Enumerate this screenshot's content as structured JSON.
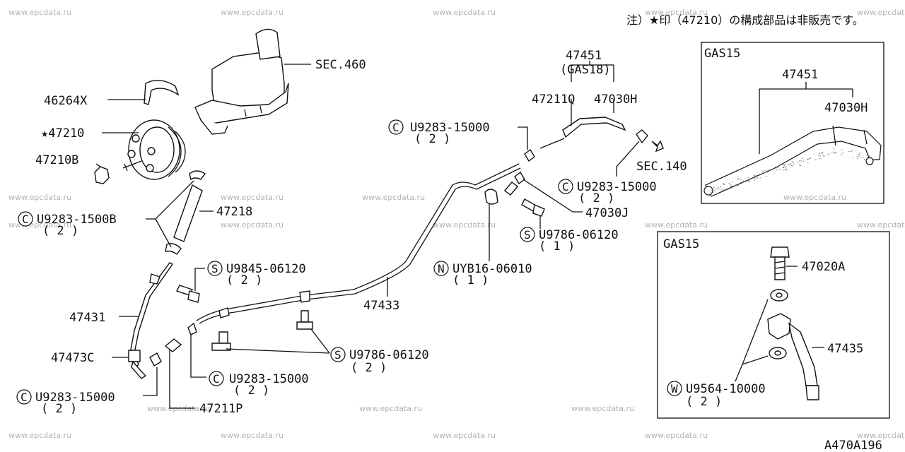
{
  "note": "注）★印（47210）の構成部品は非販売です。",
  "watermark": "www.epcdata.ru",
  "drawing_code": "A470A196",
  "labels": {
    "sec460": "SEC.460",
    "p46264x": "46264X",
    "p47210": "★47210",
    "p47210b": "47210B",
    "u9283_1500b": "U9283-1500B",
    "u9283_1500b_qty": "( 2 )",
    "p47218": "47218",
    "u9845": "U9845-06120",
    "u9845_qty": "( 2 )",
    "p47431": "47431",
    "p47473c": "47473C",
    "u9283_left": "U9283-15000",
    "u9283_left_qty": "( 2 )",
    "p47211p": "47211P",
    "u9283_mid": "U9283-15000",
    "u9283_mid_qty": "( 2 )",
    "u9786_low": "U9786-06120",
    "u9786_low_qty": "( 2 )",
    "p47433": "47433",
    "uyb16": "UYB16-06010",
    "uyb16_qty": "( 1 )",
    "u9786_mid": "U9786-06120",
    "u9786_mid_qty": "( 1 )",
    "p47030j": "47030J",
    "u9283_top": "U9283-15000",
    "u9283_top_qty": "( 2 )",
    "p47451": "47451",
    "gas18": "(GAS18)",
    "p47211q": "47211Q",
    "p47030h": "47030H",
    "u9283_right": "U9283-15000",
    "u9283_right_qty": "( 2 )",
    "sec140": "SEC.140"
  },
  "callouts": {
    "C": "C",
    "S": "S",
    "N": "N",
    "W": "W"
  },
  "inset_top": {
    "title": "GAS15",
    "p47451": "47451",
    "p47030h": "47030H"
  },
  "inset_bottom": {
    "title": "GAS15",
    "p47020a": "47020A",
    "p47435": "47435",
    "w9564": "U9564-10000",
    "w9564_qty": "( 2 )"
  }
}
